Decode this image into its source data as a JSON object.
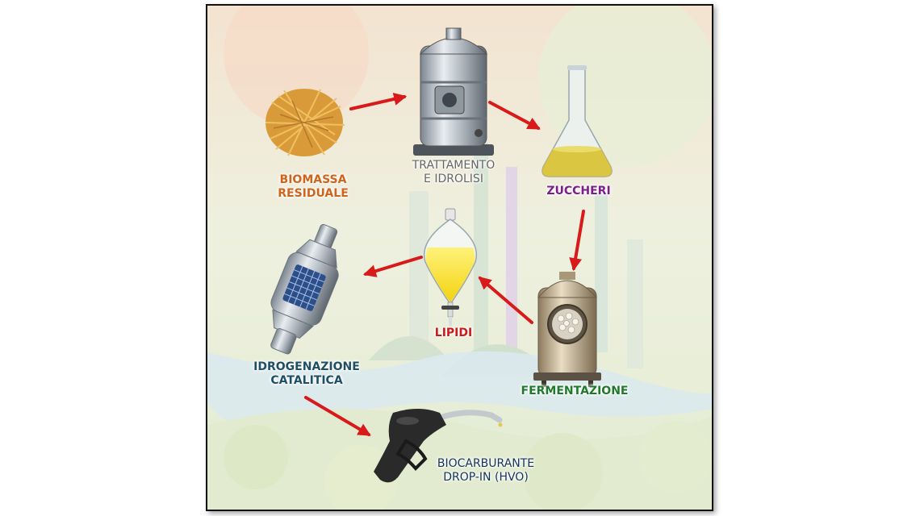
{
  "colors": {
    "arrow": "#d91a1a",
    "biomass": "#d2641a",
    "treatment": "#666666",
    "sugars": "#7d1e8c",
    "fermentation": "#1f7a2c",
    "lipids": "#cc1a1a",
    "hydrogenation": "#1d4f66",
    "biofuel": "#14345a"
  },
  "stages": {
    "biomass": {
      "line1": "BIOMASSA",
      "line2": "RESIDUALE",
      "icon": "straw-bundle-icon"
    },
    "treatment": {
      "line1": "TRATTAMENTO",
      "line2": "E IDROLISI",
      "icon": "reactor-vessel-icon"
    },
    "sugars": {
      "line1": "ZUCCHERI",
      "icon": "erlenmeyer-flask-icon"
    },
    "fermentation": {
      "line1": "FERMENTAZIONE",
      "icon": "fermenter-tank-icon"
    },
    "lipids": {
      "line1": "LIPIDI",
      "icon": "separatory-funnel-icon"
    },
    "hydrogenation": {
      "line1": "IDROGENAZIONE",
      "line2": "CATALITICA",
      "icon": "catalytic-converter-icon"
    },
    "biofuel": {
      "line1": "BIOCARBURANTE",
      "line2": "DROP-IN (HVO)",
      "icon": "fuel-nozzle-icon"
    }
  }
}
